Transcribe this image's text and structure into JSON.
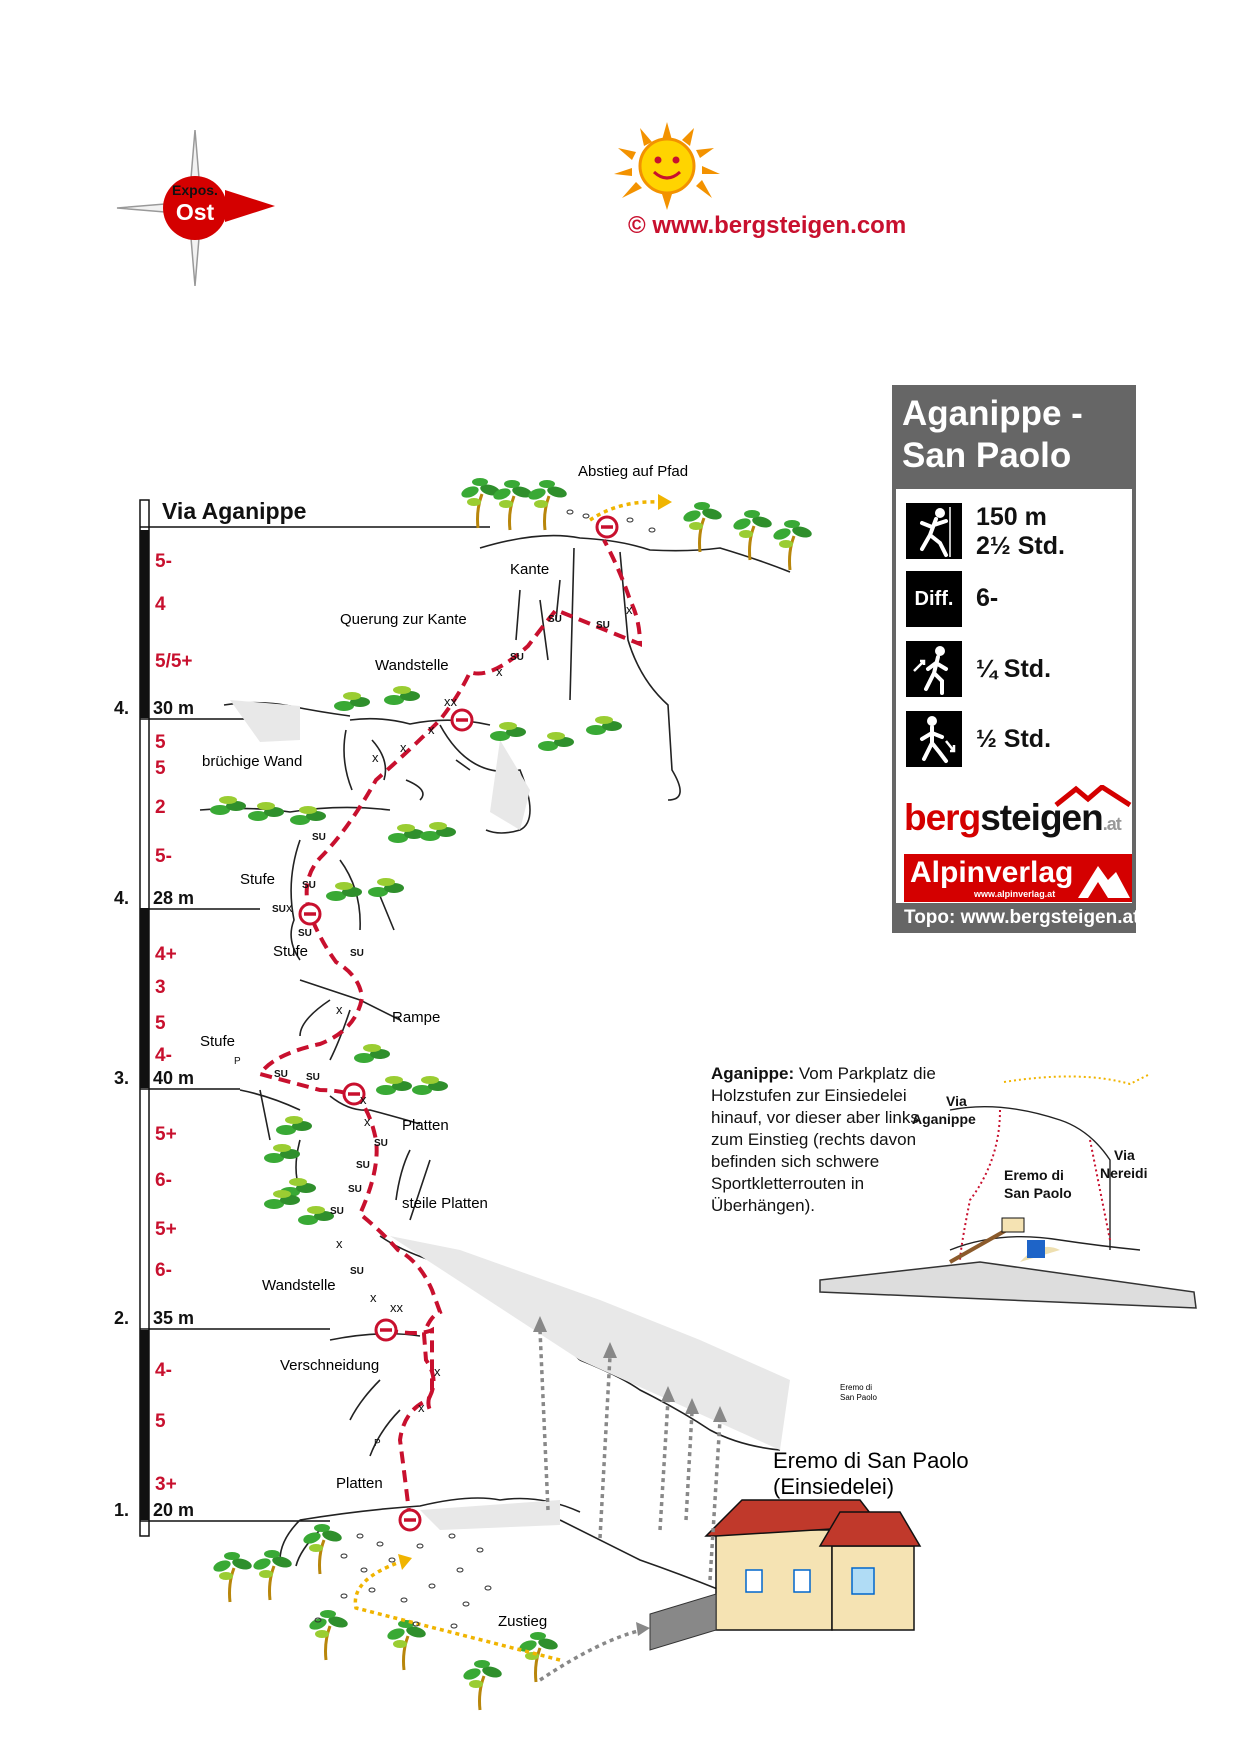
{
  "compass": {
    "line1": "Expos.",
    "line2": "Ost"
  },
  "copyright": "©  www.bergsteigen.com",
  "route_name": "Via Aganippe",
  "info": {
    "title_line1": "Aganippe -",
    "title_line2": "San Paolo",
    "length": "150 m",
    "time": "2½ Std.",
    "diff_icon": "Diff.",
    "difficulty": "6-",
    "approach": "¼ Std.",
    "descent": "½ Std.",
    "brand": {
      "part1": "berg",
      "part2": "steigen",
      "suffix": ".at"
    },
    "publisher": "Alpinverlag",
    "publisher_url": "www.alpinverlag.at",
    "topo": "Topo: www.bergsteigen.at"
  },
  "pitches": [
    {
      "num": "1.",
      "length": "20 m"
    },
    {
      "num": "2.",
      "length": "35 m"
    },
    {
      "num": "3.",
      "length": "40 m"
    },
    {
      "num": "4.",
      "length": "28 m"
    },
    {
      "num": "4.",
      "length": "30 m"
    }
  ],
  "grades": [
    "5-",
    "4",
    "5/5+",
    "5",
    "5",
    "2",
    "5-",
    "4+",
    "3",
    "5",
    "4-",
    "5+",
    "6-",
    "5+",
    "6-",
    "4-",
    "5",
    "3+"
  ],
  "labels": {
    "descent": "Abstieg auf Pfad",
    "kante": "Kante",
    "querung": "Querung zur Kante",
    "wandstelle1": "Wandstelle",
    "bruechig": "brüchige Wand",
    "stufe1": "Stufe",
    "stufe2": "Stufe",
    "rampe": "Rampe",
    "stufe3": "Stufe",
    "platten1": "Platten",
    "steile": "steile Platten",
    "wandstelle2": "Wandstelle",
    "verschneidung": "Verschneidung",
    "platten2": "Platten",
    "zustieg": "Zustieg",
    "eremo_small1": "Eremo di",
    "eremo_small2": "San Paolo",
    "eremo_big1": "Eremo di San Paolo",
    "eremo_big2": "(Einsiedelei)"
  },
  "description": {
    "bold": "Aganippe:",
    "text": " Vom Parkplatz die Holzstufen zur Einsiedelei hinauf, vor dieser aber links zum Einstieg (rechts davon befinden sich schwere Sportkletterrouten in Überhängen)."
  },
  "overview": {
    "via1a": "Via",
    "via1b": "Aganippe",
    "via2a": "Via",
    "via2b": "Nereidi",
    "eremo1": "Eremo di",
    "eremo2": "San Paolo"
  },
  "markers": {
    "su": "SU",
    "x": "x",
    "xx": "xx",
    "p": "P"
  },
  "colors": {
    "route": "#c8102e",
    "grade": "#c8102e",
    "path": "#f0b400",
    "box": "#666666",
    "tree": "#39a935",
    "url": "#c8102e"
  }
}
